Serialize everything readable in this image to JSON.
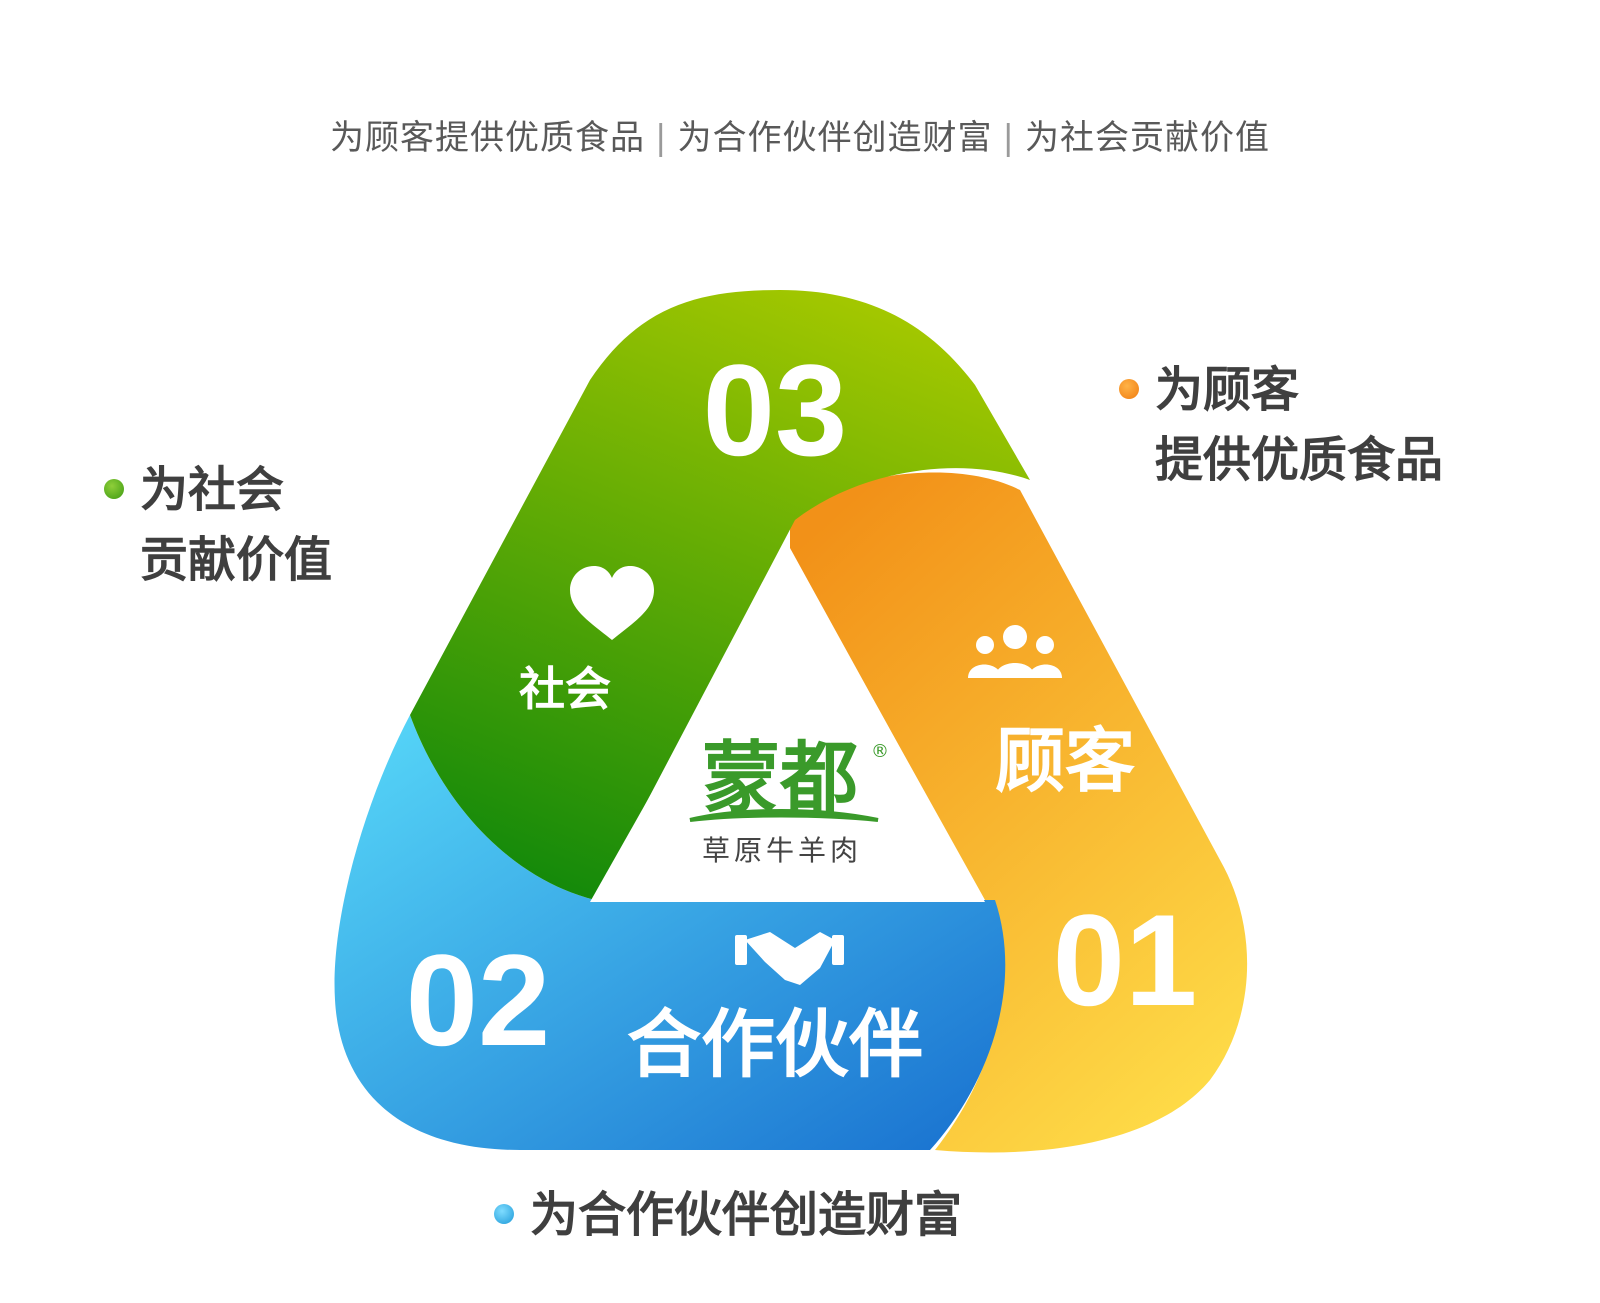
{
  "tagline": {
    "part1": "为顾客提供优质食品",
    "part2": "为合作伙伴创造财富",
    "part3": "为社会贡献价值",
    "separator": "|"
  },
  "segments": {
    "customer": {
      "number": "01",
      "label": "顾客",
      "icon": "people-icon",
      "colors": [
        "#f39019",
        "#fdd744"
      ]
    },
    "partner": {
      "number": "02",
      "label": "合作伙伴",
      "icon": "handshake-icon",
      "colors": [
        "#56d8f8",
        "#1a72d0"
      ]
    },
    "society": {
      "number": "03",
      "label": "社会",
      "icon": "heart-icon",
      "colors": [
        "#a2c600",
        "#1a8c0a"
      ]
    }
  },
  "logo": {
    "brand": "蒙都",
    "registered": "®",
    "subtitle": "草原牛羊肉",
    "color": "#3a9a2a"
  },
  "callouts": {
    "customer": {
      "line1": "为顾客",
      "line2": "提供优质食品"
    },
    "society": {
      "line1": "为社会",
      "line2": "贡献价值"
    },
    "partner": {
      "line1": "为合作伙伴创造财富"
    }
  }
}
